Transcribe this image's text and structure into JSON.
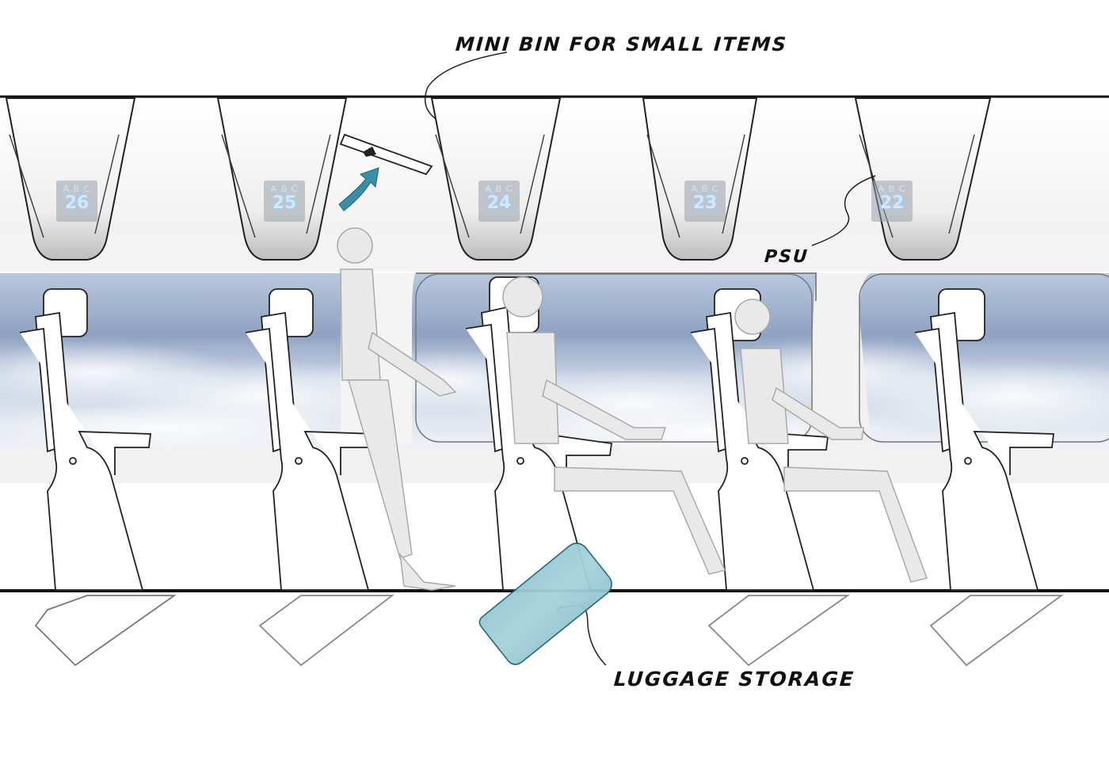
{
  "diagram": {
    "type": "aircraft-cabin-concept-sketch",
    "annotations": {
      "mini_bin": "MINI BIN FOR SMALL ITEMS",
      "psu": "PSU",
      "luggage": "LUGGAGE STORAGE"
    },
    "overhead_bins": [
      {
        "seats": "A B C",
        "row": "26"
      },
      {
        "seats": "A B C",
        "row": "25"
      },
      {
        "seats": "A B C",
        "row": "24"
      },
      {
        "seats": "A B C",
        "row": "23"
      },
      {
        "seats": "A B C",
        "row": "22"
      }
    ],
    "colors": {
      "luggage_highlight": "#7fbfcc",
      "arrow_accent": "#3a8fa8",
      "outline": "#1a1a1a",
      "sky": "#a9b9d4",
      "row_label": "#cfe8ff"
    }
  }
}
